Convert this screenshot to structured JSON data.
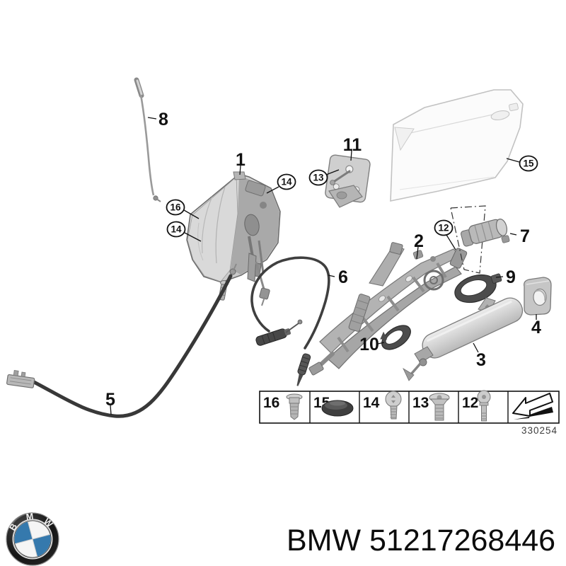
{
  "footer": {
    "brand": "BMW",
    "part_number": "51217268446"
  },
  "logo": {
    "letters": [
      "B",
      "M",
      "W"
    ],
    "ring_color": "#1d1d1d",
    "blue": "#3579ad",
    "name": "bmw-roundel"
  },
  "diagram": {
    "drawing_number": "330254",
    "labels": {
      "l1": "1",
      "l2": "2",
      "l3": "3",
      "l4": "4",
      "l5": "5",
      "l6": "6",
      "l7": "7",
      "l8": "8",
      "l9": "9",
      "l10": "10",
      "l11": "11"
    },
    "circled": {
      "c12": "12",
      "c13": "13",
      "c14a": "14",
      "c14b": "14",
      "c15": "15",
      "c16": "16"
    },
    "legend": {
      "cells": [
        {
          "label": "16",
          "icon": "expansion-rivet-icon"
        },
        {
          "label": "15",
          "icon": "blind-plug-icon"
        },
        {
          "label": "14",
          "icon": "pan-head-screw-icon"
        },
        {
          "label": "13",
          "icon": "countersunk-screw-icon"
        },
        {
          "label": "12",
          "icon": "torx-bolt-icon"
        },
        {
          "label": "",
          "icon": "direction-arrow-icon"
        }
      ]
    }
  }
}
